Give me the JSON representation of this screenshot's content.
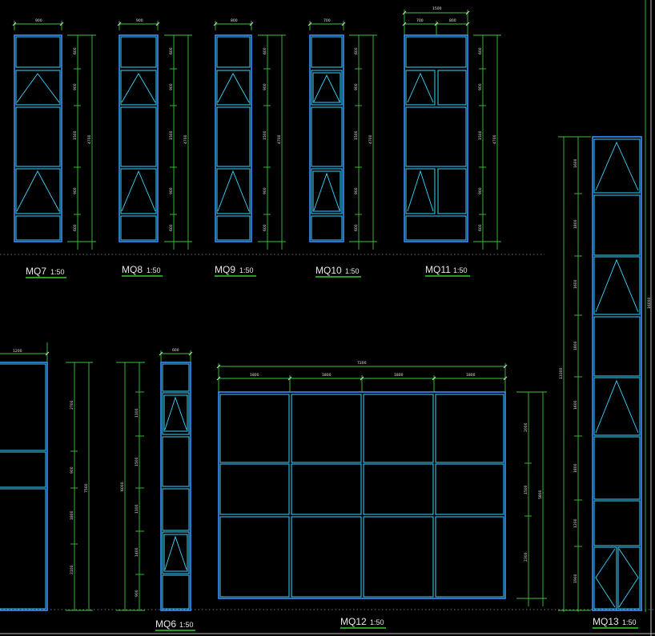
{
  "drawing": {
    "colors": {
      "background": "#000000",
      "frame": "#3a8fff",
      "pane": "#3ad6ff",
      "dimension": "#3ec43e",
      "text": "#e6e6e6",
      "underline": "#2ed02e"
    }
  },
  "elevations": [
    {
      "id": "MQ7",
      "label": "MQ7",
      "scale": "1:50",
      "top_dims": [
        "900"
      ],
      "height_dims": [
        "600",
        "900",
        "1500",
        "900",
        "600"
      ],
      "total_height": "4700"
    },
    {
      "id": "MQ8",
      "label": "MQ8",
      "scale": "1:50",
      "top_dims": [
        "900"
      ],
      "height_dims": [
        "600",
        "900",
        "1500",
        "900",
        "600"
      ],
      "total_height": "4700"
    },
    {
      "id": "MQ9",
      "label": "MQ9",
      "scale": "1:50",
      "top_dims": [
        "800"
      ],
      "height_dims": [
        "600",
        "900",
        "1500",
        "900",
        "600"
      ],
      "total_height": "4700"
    },
    {
      "id": "MQ10",
      "label": "MQ10",
      "scale": "1:50",
      "top_dims": [
        "700"
      ],
      "height_dims": [
        "600",
        "900",
        "1500",
        "900",
        "600"
      ],
      "total_height": "4700"
    },
    {
      "id": "MQ11",
      "label": "MQ11",
      "scale": "1:50",
      "top_dims": [
        "1500",
        "700",
        "800"
      ],
      "height_dims": [
        "600",
        "900",
        "1500",
        "900",
        "600"
      ],
      "total_height": "4700"
    },
    {
      "id": "MQ5",
      "label": "",
      "scale": "",
      "top_dims": [
        "1200"
      ],
      "height_dims": [
        "2700",
        "900",
        "1800",
        "2100"
      ],
      "total_height": "7500"
    },
    {
      "id": "MQ6",
      "label": "MQ6",
      "scale": "1:50",
      "top_dims": [
        "600"
      ],
      "height_dims": [
        "1100",
        "1500",
        "1100",
        "1400",
        "900"
      ],
      "total_height": "6000"
    },
    {
      "id": "MQ12",
      "label": "MQ12",
      "scale": "1:50",
      "top_dims": [
        "7200",
        "1800",
        "1800",
        "1800",
        "1800"
      ],
      "height_dims": [
        "2000",
        "1500",
        "2300"
      ],
      "total_height": "5800"
    },
    {
      "id": "MQ13",
      "label": "MQ13",
      "scale": "1:50",
      "top_dims": [],
      "height_dims": [
        "1600",
        "1800",
        "1600",
        "1800",
        "1600",
        "1800",
        "1200",
        "1900"
      ],
      "total_height": "13300",
      "overall_height": "16000"
    }
  ]
}
